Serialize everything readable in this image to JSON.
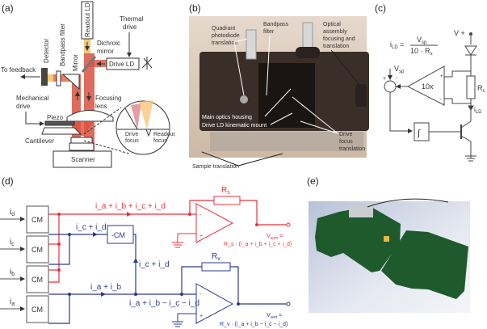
{
  "panels": {
    "a": {
      "label": "(a)",
      "readout_ld": "Readout LD",
      "thermal_drive": [
        "Thermal",
        "drive"
      ],
      "dichroic_mirror": [
        "Dichroic",
        "mirror"
      ],
      "drive_ld": "Drive LD",
      "detector": "Detector",
      "bandpass_filter": "Bandpass filter",
      "mirror": "Mirror",
      "to_feedback": "To feedback",
      "focusing_lens": [
        "Focusing",
        "lens"
      ],
      "mechanical_drive": [
        "Mechanical",
        "drive"
      ],
      "piezo": "Piezo",
      "cantilever": "Cantilever",
      "scanner": "Scanner",
      "drive_focus": [
        "Drive",
        "focus"
      ],
      "readout_focus": [
        "Readout",
        "focus"
      ]
    },
    "b": {
      "label": "(b)",
      "quadrant_photodiode": [
        "Quadrant",
        "photodiode",
        "translation"
      ],
      "bandpass_filter": [
        "Bandpass",
        "filter"
      ],
      "optical_assembly": [
        "Optical",
        "assembly",
        "focusing and",
        "translation"
      ],
      "main_optics_housing": "Main optics housing",
      "drive_ld_mount": "Drive LD kinematic mount",
      "drive_focus_translation": [
        "Drive",
        "focus",
        "translation"
      ],
      "sample_translation": "Sample translation"
    },
    "c": {
      "label": "(c)",
      "formula_lhs": "i",
      "formula_lhs_sub": "LD",
      "formula_num": "V",
      "formula_num_sub": "sp",
      "formula_den": "10 · R",
      "formula_den_sub": "s",
      "vplus": "V +",
      "vsp": "V",
      "vsp_sub": "sp",
      "plus": "+",
      "minus": "-",
      "gain": "10x",
      "rs": "R",
      "rs_sub": "s",
      "ild": "i",
      "ild_sub": "LD",
      "integrator": "∫"
    },
    "d": {
      "label": "(d)",
      "inputs": [
        {
          "name": "i",
          "sub": "d"
        },
        {
          "name": "i",
          "sub": "c"
        },
        {
          "name": "i",
          "sub": "b"
        },
        {
          "name": "i",
          "sub": "a"
        }
      ],
      "cm_label": "CM",
      "neg_cm_label": "-CM",
      "sum_current": "i_a + i_b + i_c + i_d",
      "cd_current": "i_c + i_d",
      "ab_current": "i_a + i_b",
      "diff_current": "i_a + i_b − i_c − i_d",
      "rs_label": "R",
      "rs_sub": "s",
      "rv_label": "R",
      "rv_sub": "v",
      "vsum": "V",
      "vsum_sub": "sum",
      "vsum_eq": "=",
      "vsum_expr": "R_s · (i_a + i_b + i_c + i_d)",
      "vvert": "V",
      "vvert_sub": "vert",
      "vvert_eq": "=",
      "vvert_expr": "R_v · (i_a + i_b − i_c − i_d)"
    },
    "e": {
      "label": "(e)"
    }
  },
  "colors": {
    "red": "#e8323c",
    "blue": "#2b3a8f",
    "beam_red": "#d9513f",
    "beam_yellow": "#f7c77a"
  }
}
